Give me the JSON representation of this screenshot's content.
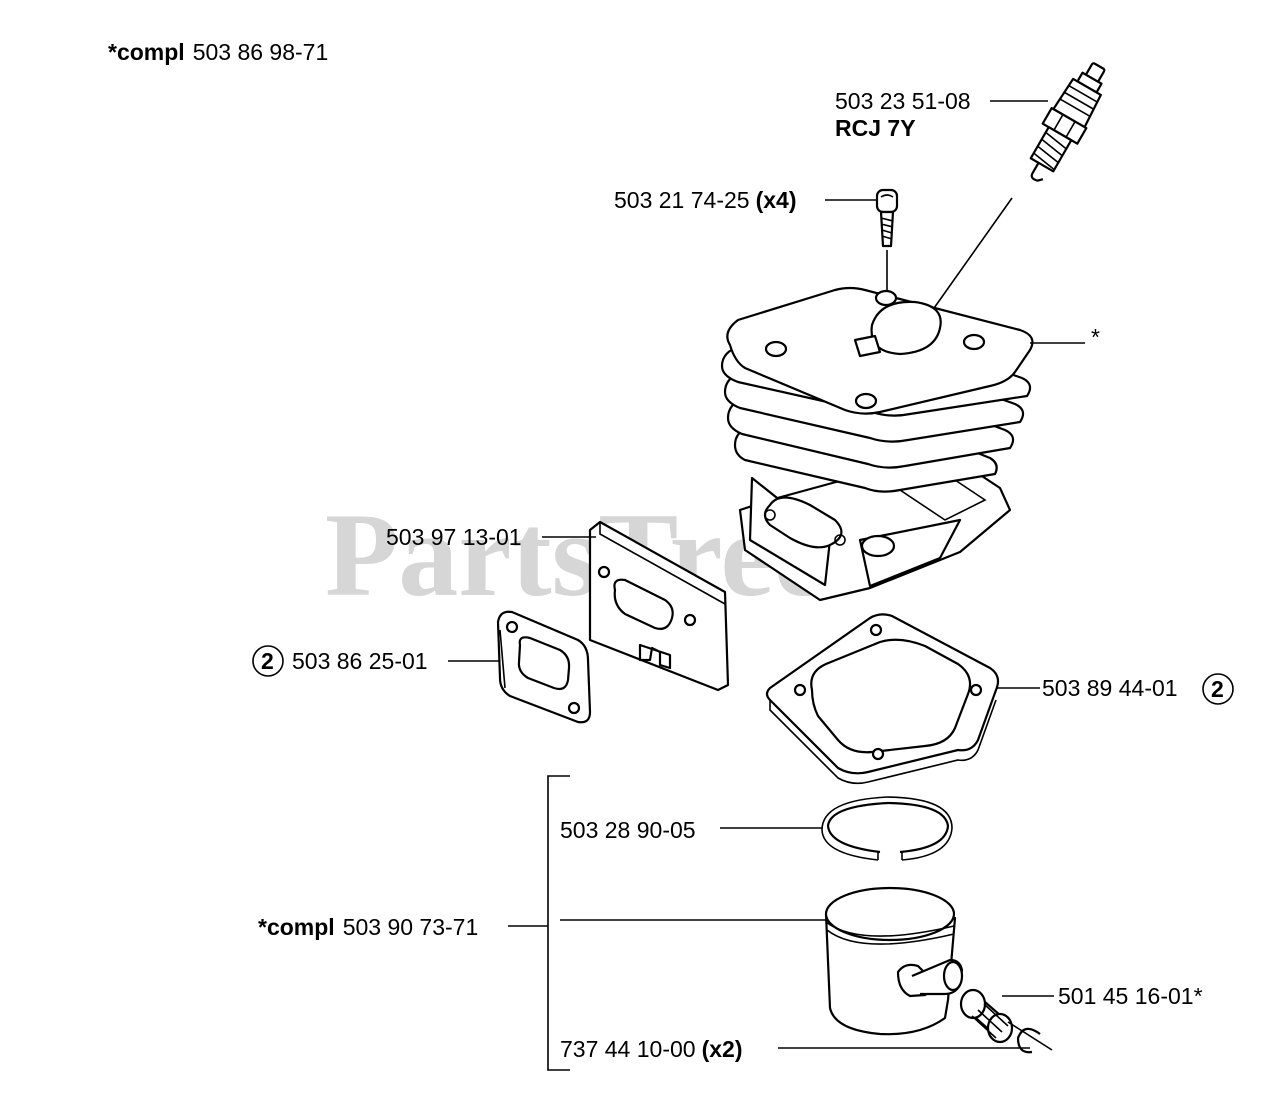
{
  "watermark": "PartsTree",
  "labels": {
    "compl_top_prefix": "*compl",
    "compl_top_number": "503 86 98-71",
    "spark_plug_number": "503 23 51-08",
    "spark_plug_type": "RCJ 7Y",
    "screw_number": "503 21 74-25",
    "screw_qty": "(x4)",
    "cylinder_marker": "*",
    "plate_number": "503 97 13-01",
    "muffler_gasket_ref": "2",
    "muffler_gasket_number": "503 86 25-01",
    "cylinder_gasket_number": "503 89 44-01",
    "cylinder_gasket_ref": "2",
    "piston_ring_number": "503 28 90-05",
    "piston_compl_prefix": "*compl",
    "piston_compl_number": "503 90 73-71",
    "bearing_number": "501 45 16-01*",
    "circlip_number": "737 44 10-00",
    "circlip_qty": "(x2)"
  }
}
